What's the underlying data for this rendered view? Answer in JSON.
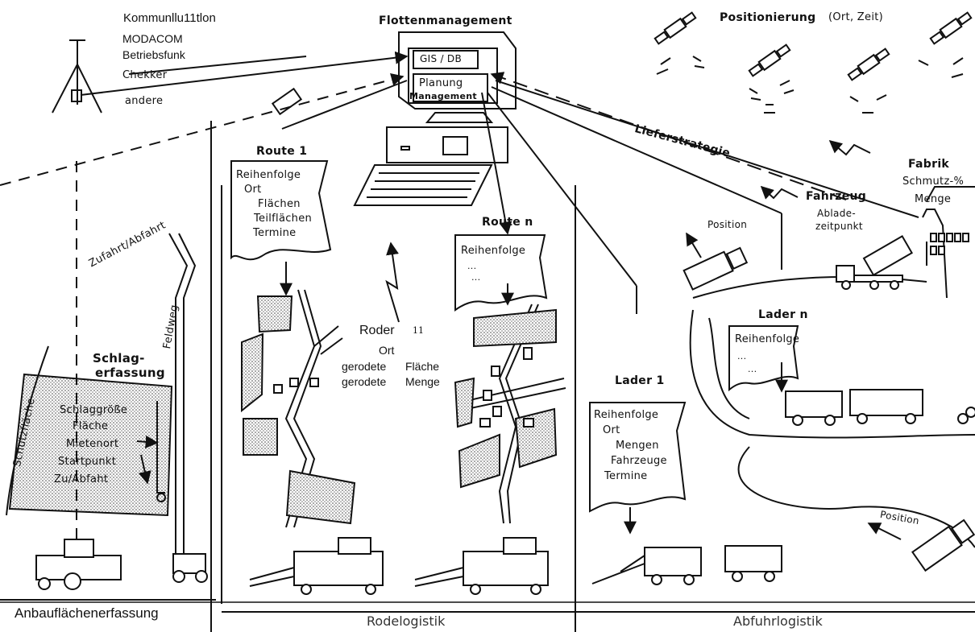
{
  "comm": {
    "l1": "Kommunllu11tlon",
    "l2": "MODACOM",
    "l3": "Betriebsfunk",
    "l4": "Chekker",
    "l5": "andere"
  },
  "flotten": {
    "title": "Flottenmanagement",
    "gis": "GIS / DB",
    "planung": "Planung",
    "management": "Management"
  },
  "positionierung": {
    "title": "Positionierung",
    "sub": "(Ort, Zeit)"
  },
  "lieferstrategie": "Lieferstrategie",
  "fabrik": {
    "title": "Fabrik",
    "l1": "Schmutz-%",
    "l2": "Menge"
  },
  "fahrzeug": {
    "title": "Fahrzeug",
    "l1": "Ablade-",
    "l2": "zeitpunkt"
  },
  "position_top": "Position",
  "position_bottom": "Position",
  "route1": {
    "title": "Route 1",
    "items": [
      "Reihenfolge",
      "Ort",
      "Flächen",
      "Teilflächen",
      "Termine"
    ]
  },
  "routen": {
    "title": "Route n",
    "items": [
      "Reihenfolge",
      "...",
      "..."
    ]
  },
  "zufahrt": "Zufahrt/Abfahrt",
  "feldweg": "Feldweg",
  "schutzflaeche": "Schutzfläche",
  "schlag": {
    "title1": "Schlag-",
    "title2": "erfassung",
    "items": [
      "Schlaggröße",
      "Fläche",
      "Mietenort",
      "Startpunkt",
      "Zu/Abfaht"
    ]
  },
  "roder": {
    "title": "Roder",
    "mark": "11",
    "l1": "Ort",
    "l2a": "gerodete",
    "l2b": "Fläche",
    "l3a": "gerodete",
    "l3b": "Menge"
  },
  "ladern": {
    "title": "Lader n",
    "items": [
      "Reihenfolge",
      "...",
      "..."
    ]
  },
  "lader1": {
    "title": "Lader 1",
    "items": [
      "Reihenfolge",
      "Ort",
      "Mengen",
      "Fahrzeuge",
      "Termine"
    ]
  },
  "footer": {
    "a": "Anbauflächenerfassung",
    "b": "Rodelogistik",
    "c": "Abfuhrlogistik"
  }
}
